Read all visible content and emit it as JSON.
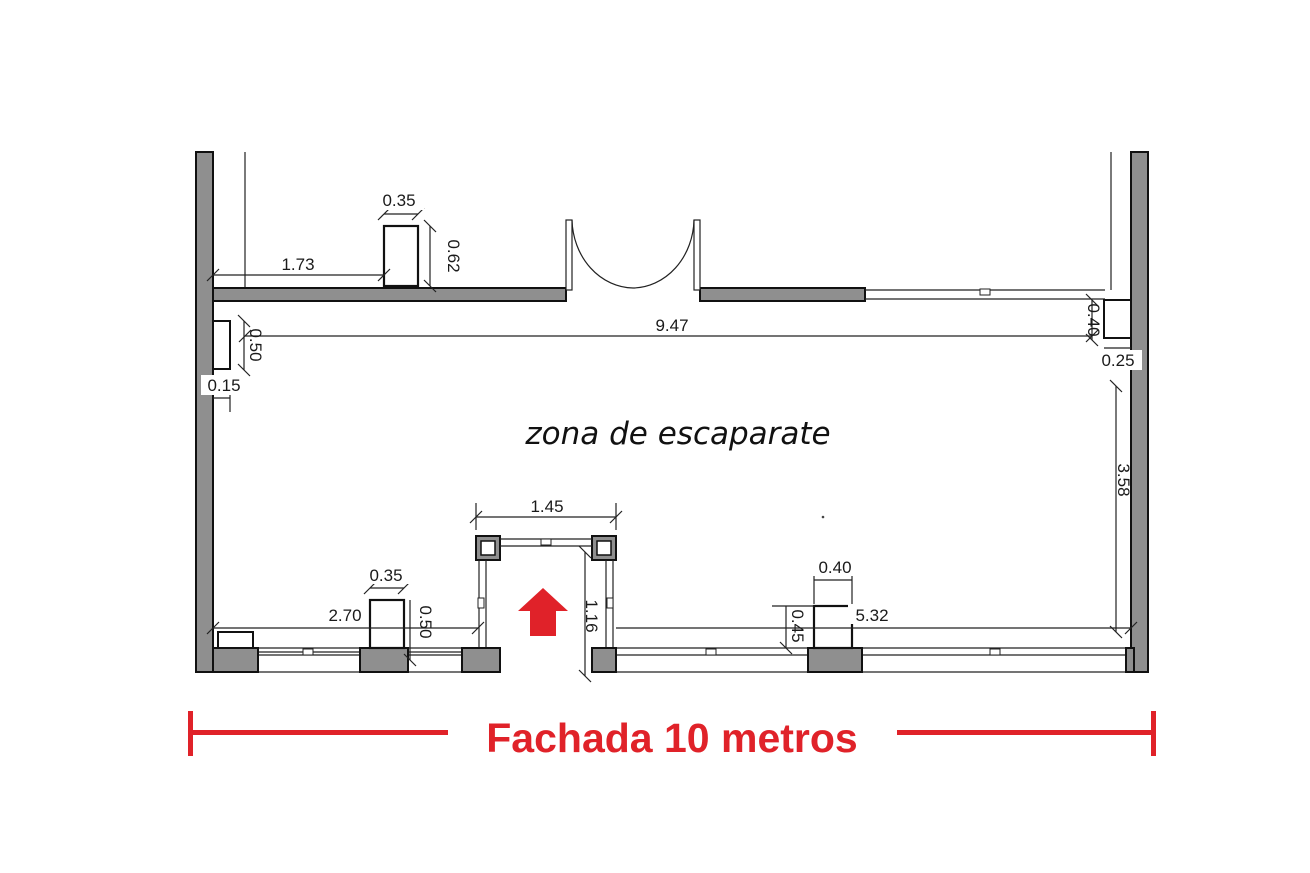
{
  "plan": {
    "zone_label": "zona de escaparate",
    "dimensions": {
      "upper_block_width": "0.35",
      "upper_block_depth": "0.62",
      "left_offset": "1.73",
      "interior_width": "9.47",
      "left_block_depth": "0.50",
      "left_block_width": "0.15",
      "right_block_depth": "0.40",
      "right_block_width": "0.25",
      "right_depth": "3.58",
      "entrance_width": "1.45",
      "entrance_depth": "1.16",
      "lower_left_block_width": "0.35",
      "lower_left_offset": "2.70",
      "lower_left_block_depth": "0.50",
      "lower_right_block_width": "0.40",
      "lower_right_block_depth": "0.45",
      "lower_right_offset": "5.32"
    }
  },
  "facade": {
    "label": "Fachada 10 metros",
    "color": "#e02229"
  },
  "colors": {
    "wall_fill": "#8f8f8f",
    "line": "#222222",
    "arrow": "#e02229"
  }
}
